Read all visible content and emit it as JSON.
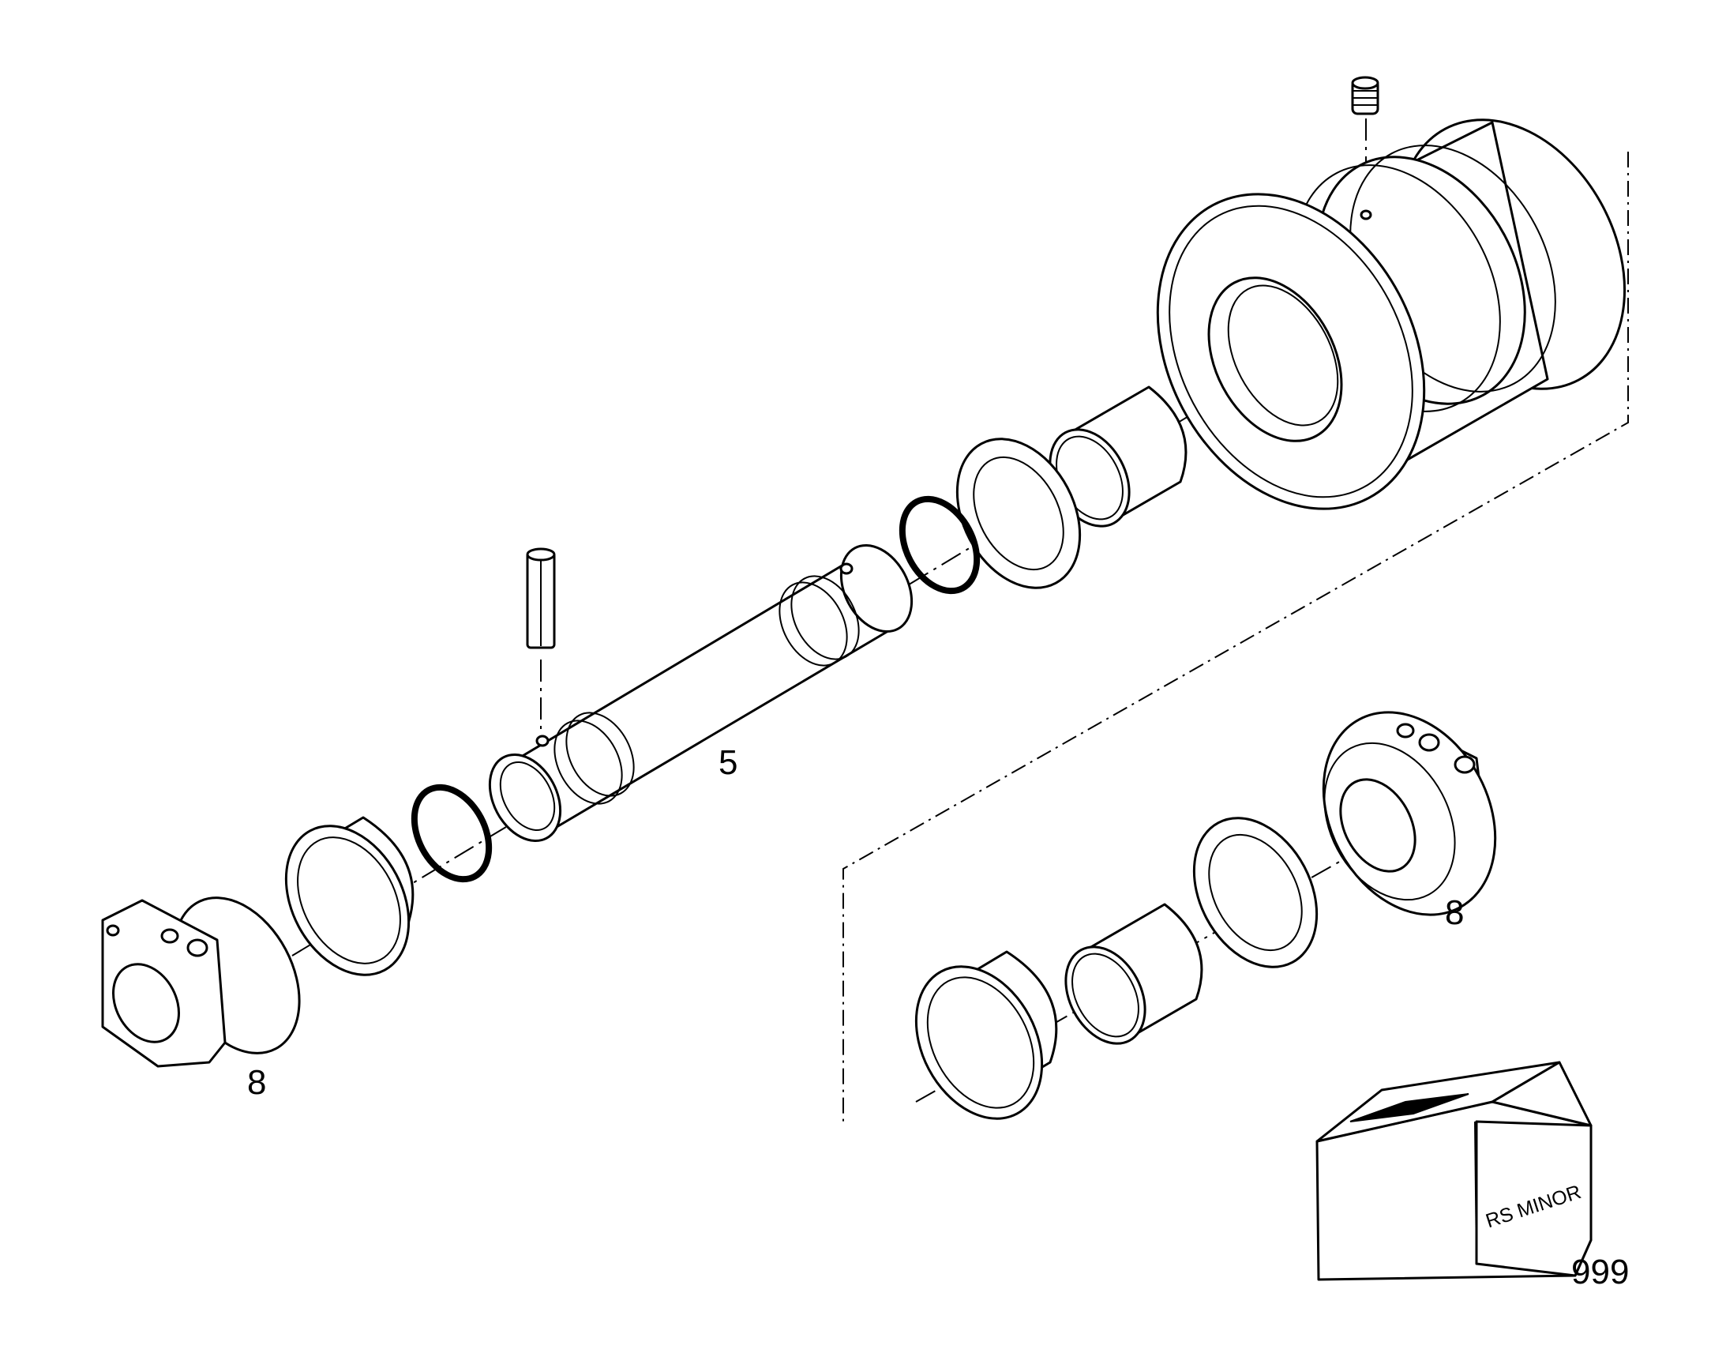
{
  "callouts": {
    "shaft": "5",
    "collar_left": "8",
    "collar_right": "8",
    "kit": "999"
  },
  "kit_box": {
    "label": "RS MINOR"
  },
  "colors": {
    "line": "#000000",
    "background": "#ffffff"
  }
}
